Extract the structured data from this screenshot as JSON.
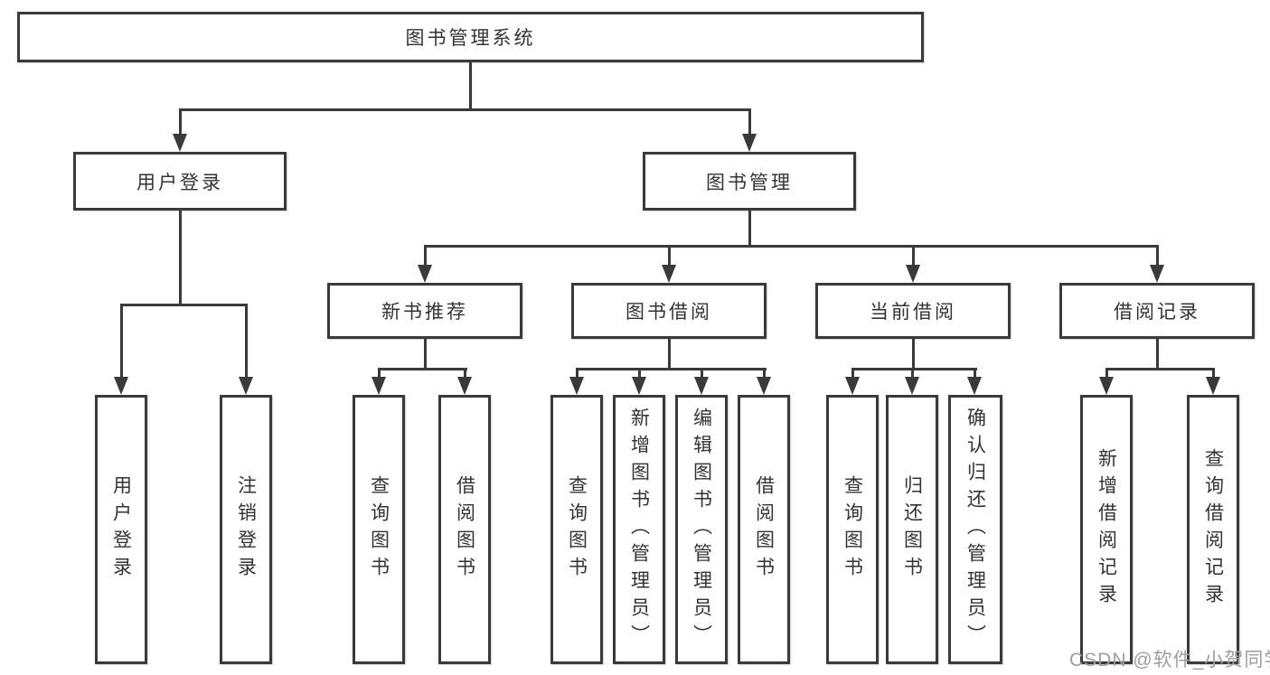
{
  "tree": {
    "root": "图书管理系统",
    "branches": [
      {
        "label": "用户登录",
        "leaves": [
          "用户登录",
          "注销登录"
        ]
      },
      {
        "label": "图书管理",
        "children": [
          {
            "label": "新书推荐",
            "leaves": [
              "查询图书",
              "借阅图书"
            ]
          },
          {
            "label": "图书借阅",
            "leaves": [
              "查询图书",
              "新增图书（管理员）",
              "编辑图书（管理员）",
              "借阅图书"
            ]
          },
          {
            "label": "当前借阅",
            "leaves": [
              "查询图书",
              "归还图书",
              "确认归还（管理员）"
            ]
          },
          {
            "label": "借阅记录",
            "leaves": [
              "新增借阅记录",
              "查询借阅记录"
            ]
          }
        ]
      }
    ]
  },
  "watermark": "CSDN @软件_小贺同学",
  "colors": {
    "line": "#3a3a3a",
    "text": "#333333",
    "watermark": "#9e9e9e",
    "background": "#ffffff"
  }
}
